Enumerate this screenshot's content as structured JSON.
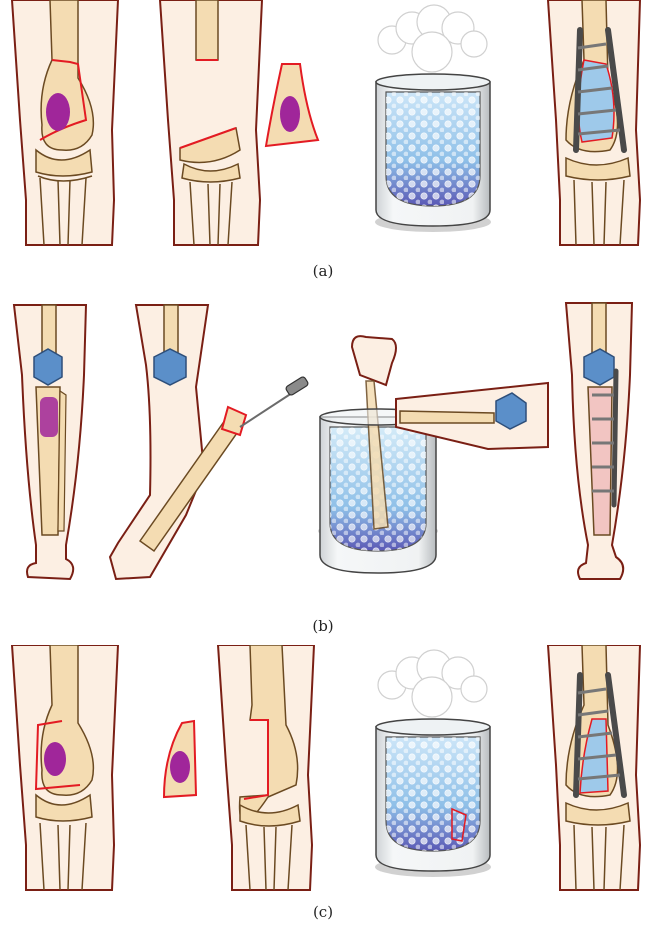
{
  "figure": {
    "panels": [
      {
        "label": "(a)"
      },
      {
        "label": "(b)"
      },
      {
        "label": "(c)"
      }
    ]
  },
  "colors": {
    "skin": "#fcefe3",
    "skin_outline": "#7a1f14",
    "bone": "#f4dcb2",
    "bone_outline": "#6b4a22",
    "tumor": "#a0269a",
    "cut_line": "#e31b23",
    "nitrogen_liquid": "#9ec9ea",
    "nitrogen_deep": "#6a5db8",
    "plate": "#4a4a4a",
    "cartilage": "#5b8fc9"
  },
  "icons": {
    "vapor": "cloud-icon",
    "bubbles": "bubble-icon",
    "tool": "bone-saw-icon"
  }
}
